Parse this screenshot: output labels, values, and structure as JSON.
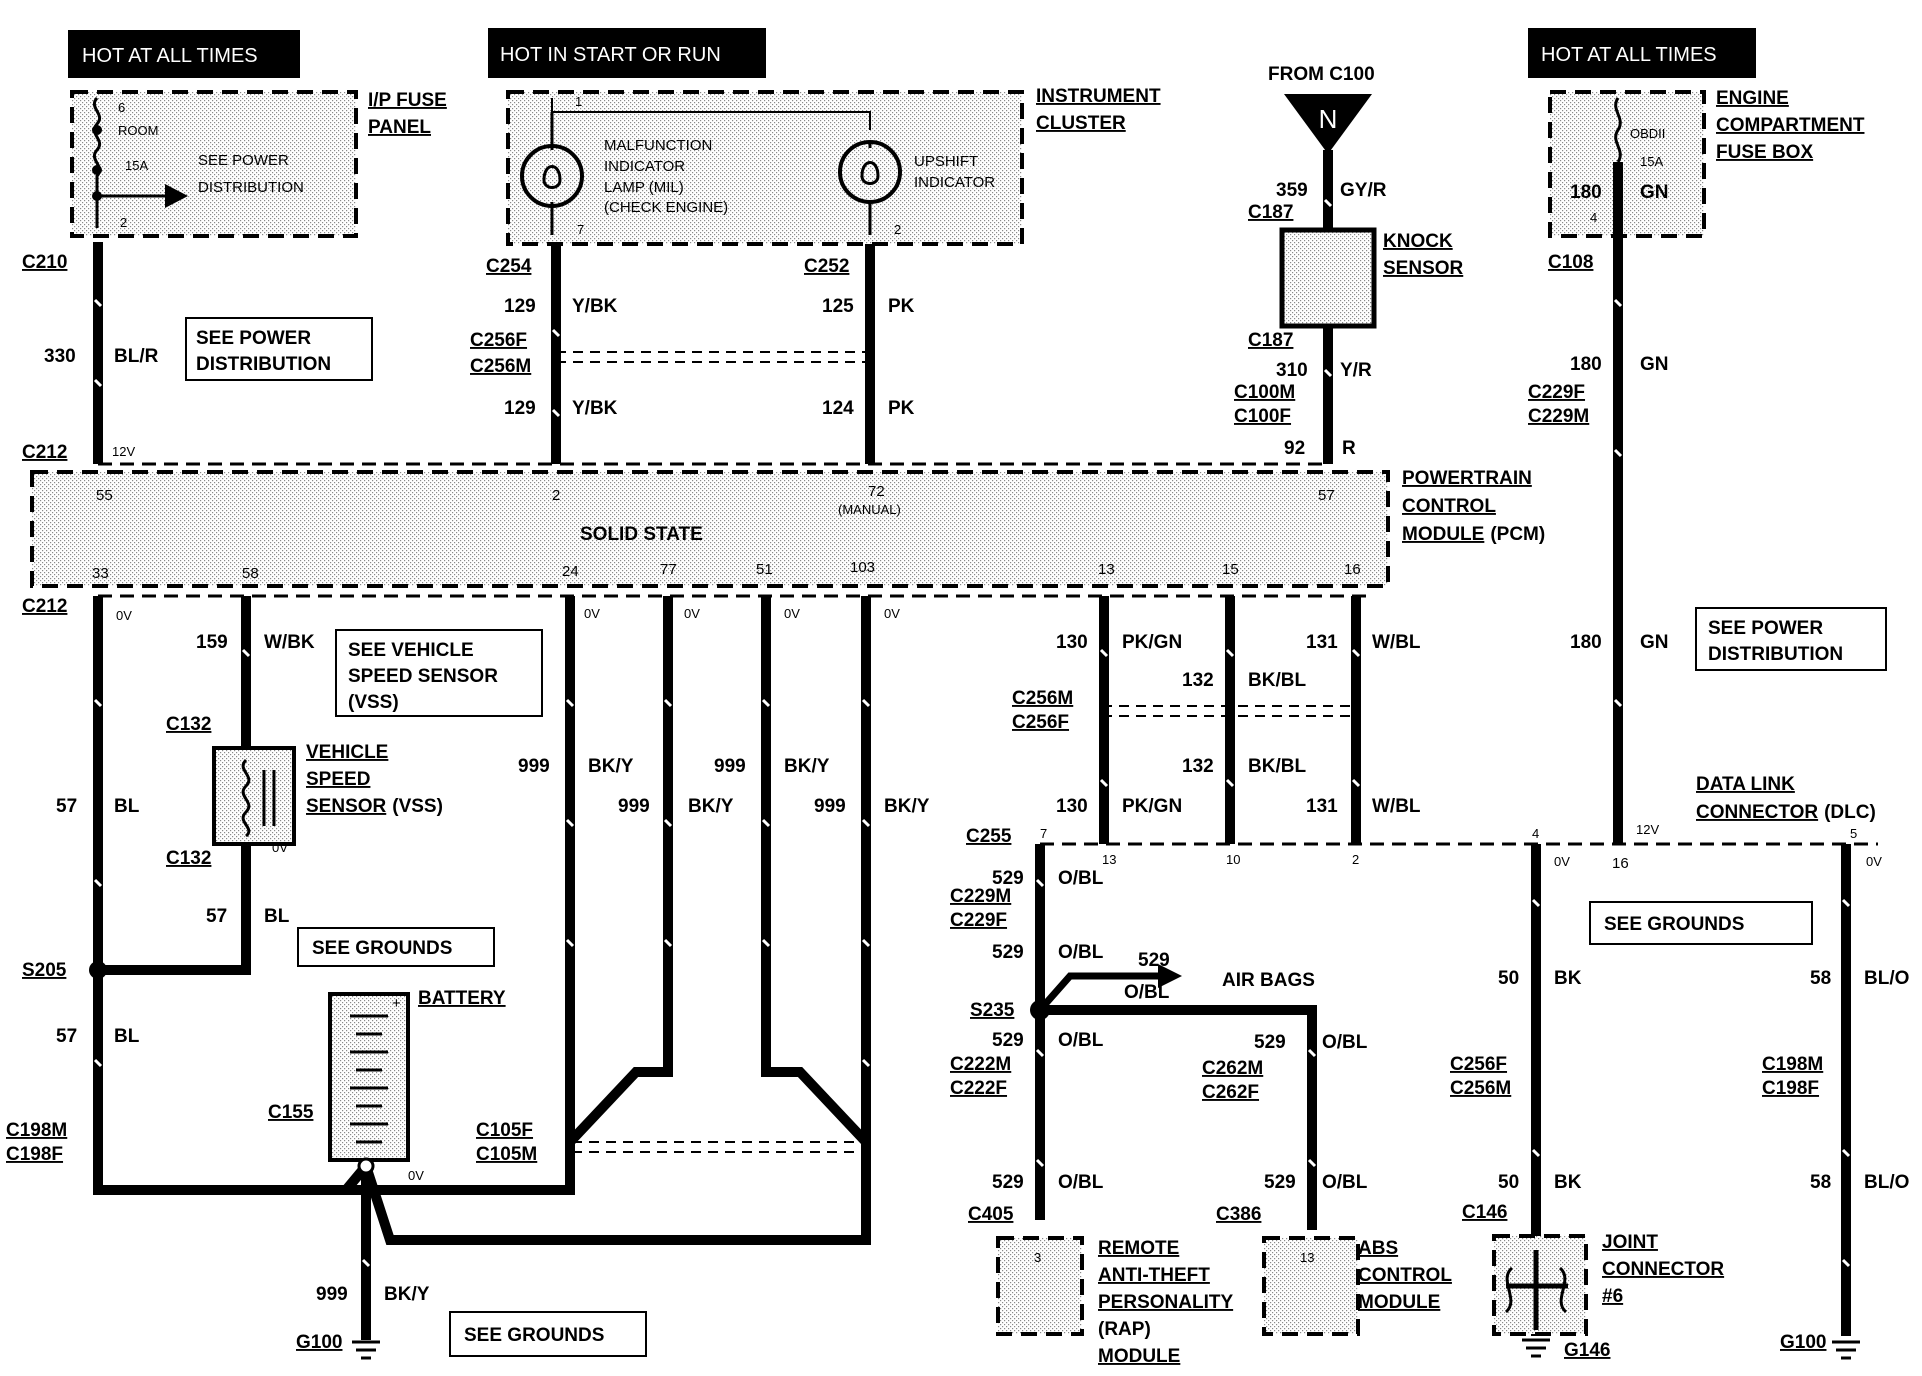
{
  "hot": {
    "left": "HOT AT ALL TIMES",
    "middle": "HOT IN START OR RUN",
    "right": "HOT AT ALL TIMES"
  },
  "from_c100": "FROM C100",
  "n_marker": "N",
  "components": {
    "ip_fuse_panel": [
      "I/P FUSE",
      "PANEL"
    ],
    "ip_fuse_inner": {
      "pin_top": "6",
      "fuse_name": "ROOM",
      "fuse_amp": "15A",
      "pin_bot": "2",
      "see": [
        "SEE POWER",
        "DISTRIBUTION"
      ]
    },
    "instrument_cluster": [
      "INSTRUMENT",
      "CLUSTER"
    ],
    "mil": [
      "MALFUNCTION",
      "INDICATOR",
      "LAMP (MIL)",
      "(CHECK ENGINE)"
    ],
    "upshift": [
      "UPSHIFT",
      "INDICATOR"
    ],
    "cluster_pins": {
      "top": "1",
      "mil_bot": "7",
      "up_bot": "2"
    },
    "knock_sensor": [
      "KNOCK",
      "SENSOR"
    ],
    "engine_fuse_box": [
      "ENGINE",
      "COMPARTMENT",
      "FUSE BOX"
    ],
    "engine_fuse_inner": {
      "fuse_name": "OBDII",
      "fuse_amp": "15A",
      "pin": "4"
    },
    "pcm": [
      "POWERTRAIN",
      "CONTROL",
      "MODULE (PCM)"
    ],
    "pcm_center": "SOLID STATE",
    "pcm_manual": "(MANUAL)",
    "vss": [
      "VEHICLE",
      "SPEED",
      "SENSOR (VSS)"
    ],
    "battery": "BATTERY",
    "dlc": [
      "DATA LINK",
      "CONNECTOR (DLC)"
    ],
    "rap": [
      "REMOTE",
      "ANTI-THEFT",
      "PERSONALITY",
      "(RAP)",
      "MODULE"
    ],
    "rap_pin": "3",
    "abs": [
      "ABS",
      "CONTROL",
      "MODULE"
    ],
    "abs_pin": "13",
    "joint": [
      "JOINT",
      "CONNECTOR",
      "#6"
    ],
    "air_bags": "AIR BAGS"
  },
  "see_boxes": {
    "power1": [
      "SEE POWER",
      "DISTRIBUTION"
    ],
    "vss": [
      "SEE VEHICLE",
      "SPEED SENSOR",
      "(VSS)"
    ],
    "grounds1": "SEE GROUNDS",
    "grounds2": "SEE GROUNDS",
    "grounds3": "SEE GROUNDS",
    "power2": [
      "SEE POWER",
      "DISTRIBUTION"
    ]
  },
  "connectors": {
    "c210": "C210",
    "c212a": "C212",
    "c212b": "C212",
    "c254": "C254",
    "c252": "C252",
    "c256f_a": "C256F",
    "c256m_a": "C256M",
    "c187a": "C187",
    "c187b": "C187",
    "c100m": "C100M",
    "c100f": "C100F",
    "c108": "C108",
    "c229f_a": "C229F",
    "c229m_a": "C229M",
    "c132a": "C132",
    "c132b": "C132",
    "s205": "S205",
    "c198m_a": "C198M",
    "c198f_a": "C198F",
    "c155": "C155",
    "c105f": "C105F",
    "c105m": "C105M",
    "g100a": "G100",
    "c256m_b": "C256M",
    "c256f_b": "C256F",
    "c255": "C255",
    "c229m_b": "C229M",
    "c229f_b": "C229F",
    "s235": "S235",
    "c222m": "C222M",
    "c222f": "C222F",
    "c262m": "C262M",
    "c262f": "C262F",
    "c405": "C405",
    "c386": "C386",
    "c256f_c": "C256F",
    "c256m_c": "C256M",
    "c146": "C146",
    "g146": "G146",
    "c198m_b": "C198M",
    "c198f_b": "C198F",
    "g100b": "G100"
  },
  "wire_labels": {
    "w330": "330",
    "bl_r": "BL/R",
    "w129a": "129",
    "ybk_a": "Y/BK",
    "w129b": "129",
    "ybk_b": "Y/BK",
    "w125": "125",
    "pk_a": "PK",
    "w124": "124",
    "pk_b": "PK",
    "w359": "359",
    "gy_r": "GY/R",
    "w310": "310",
    "y_r": "Y/R",
    "w92": "92",
    "r": "R",
    "w180a": "180",
    "gn_a": "GN",
    "w180b": "180",
    "gn_b": "GN",
    "w180c": "180",
    "gn_c": "GN",
    "w159": "159",
    "w_bk": "W/BK",
    "w57a": "57",
    "bl_a": "BL",
    "w57b": "57",
    "bl_b": "BL",
    "w57c": "57",
    "bl_c": "BL",
    "w999a": "999",
    "bky_a": "BK/Y",
    "w999b": "999",
    "bky_b": "BK/Y",
    "w999c": "999",
    "bky_c": "BK/Y",
    "w999d": "999",
    "bky_d": "BK/Y",
    "w999e": "999",
    "bky_e": "BK/Y",
    "w130a": "130",
    "pkgn_a": "PK/GN",
    "w130b": "130",
    "pkgn_b": "PK/GN",
    "w132a": "132",
    "bkbl_a": "BK/BL",
    "w132b": "132",
    "bkbl_b": "BK/BL",
    "w131a": "131",
    "wbl_a": "W/BL",
    "w131b": "131",
    "wbl_b": "W/BL",
    "w529a": "529",
    "obl_a": "O/BL",
    "w529b": "529",
    "obl_b": "O/BL",
    "w529c": "529",
    "obl_c": "O/BL",
    "w529d": "529",
    "obl_d": "O/BL",
    "w529e": "529",
    "obl_e": "O/BL",
    "w529f": "529",
    "obl_f": "O/BL",
    "w529g": "529",
    "obl_g": "O/BL",
    "w50a": "50",
    "bk_a": "BK",
    "w50b": "50",
    "bk_b": "BK",
    "w58a": "58",
    "blo_a": "BL/O",
    "w58b": "58",
    "blo_b": "BL/O"
  },
  "pins": {
    "p55": "55",
    "p2": "2",
    "p72": "72",
    "p57": "57",
    "p33": "33",
    "p58": "58",
    "p24": "24",
    "p77": "77",
    "p51": "51",
    "p103": "103",
    "p13": "13",
    "p15": "15",
    "p16": "16",
    "d7": "7",
    "d13": "13",
    "d10": "10",
    "d2": "2",
    "d4": "4",
    "d16": "16",
    "d5": "5",
    "fuse_pin_180": "180"
  },
  "voltages": {
    "v12a": "12V",
    "v12b": "12V",
    "v0_33": "0V",
    "v0_24": "0V",
    "v0_77": "0V",
    "v0_51": "0V",
    "v0_103": "0V",
    "v0_vss": "0V",
    "v0_bat": "0V",
    "v0_d4": "0V",
    "v0_d5": "0V"
  }
}
